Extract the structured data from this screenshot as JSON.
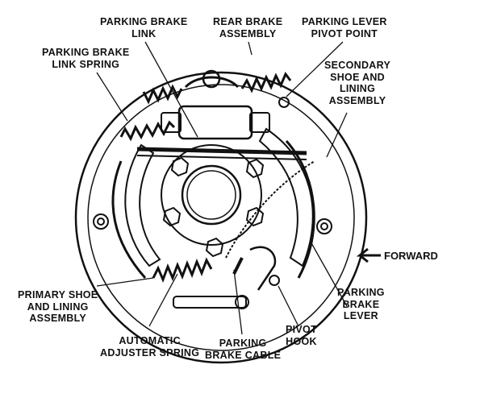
{
  "labels": {
    "parking_brake_link": [
      "PARKING BRAKE",
      "LINK"
    ],
    "rear_brake_assembly": [
      "REAR BRAKE",
      "ASSEMBLY"
    ],
    "parking_lever_pivot_point": [
      "PARKING LEVER",
      "PIVOT POINT"
    ],
    "parking_brake_link_spring": [
      "PARKING BRAKE",
      "LINK SPRING"
    ],
    "secondary_shoe": [
      "SECONDARY",
      "SHOE AND",
      "LINING",
      "ASSEMBLY"
    ],
    "forward": "FORWARD",
    "parking_brake_lever": [
      "PARKING",
      "BRAKE",
      "LEVER"
    ],
    "primary_shoe": [
      "PRIMARY SHOE",
      "AND LINING",
      "ASSEMBLY"
    ],
    "automatic_adjuster_spring": [
      "AUTOMATIC",
      "ADJUSTER SPRING"
    ],
    "parking_brake_cable": [
      "PARKING",
      "BRAKE CABLE"
    ],
    "pivot_hook": [
      "PIVOT",
      "HOOK"
    ]
  },
  "colors": {
    "ink": "#111111",
    "paper": "#ffffff"
  }
}
